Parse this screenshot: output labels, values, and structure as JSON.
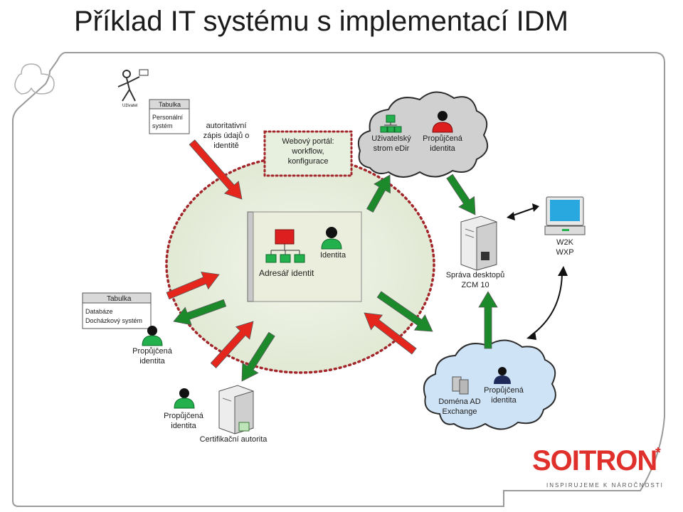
{
  "slide_title": "Příklad IT systému s implementací IDM",
  "logo": {
    "name": "SOITRON",
    "star": "*",
    "tagline": "INSPIRUJEME K NÁROČNOSTI",
    "color": "#e0302b"
  },
  "colors": {
    "push_arrow": "#e5261d",
    "pull_arrow": "#1c8a2b",
    "ring": "#a3262a",
    "core_fill": "#e9efe0",
    "cloud_grey": "#d0d0d0",
    "cloud_blue": "#cfe3f6"
  },
  "hr": {
    "person_label": "Uživatel",
    "table_header": "Tabulka",
    "table_lines": [
      "Personální",
      "systém"
    ]
  },
  "authoritative_note": [
    "autoritativní",
    "zápis údajů o",
    "identitě"
  ],
  "web_portal": [
    "Webový portál:",
    "workflow,",
    "konfigurace"
  ],
  "core": {
    "directory_label": "Adresář identit",
    "identity_label": "Identita"
  },
  "edir_cloud": {
    "tree_label": [
      "Uživatelský",
      "strom eDir"
    ],
    "identity_label": [
      "Propůjčená",
      "identita"
    ]
  },
  "desktop_mgmt": {
    "label": [
      "Správa desktopů",
      "ZCM 10"
    ]
  },
  "workstation": {
    "label": [
      "W2K",
      "WXP"
    ]
  },
  "ad_cloud": {
    "domain_label": [
      "Doména AD",
      "Exchange"
    ],
    "identity_label": [
      "Propůjčená",
      "identita"
    ]
  },
  "attendance": {
    "table_header": "Tabulka",
    "table_lines": [
      "Databáze",
      "Docházkový systém"
    ],
    "identity_label": [
      "Propůjčená",
      "identita"
    ]
  },
  "ca": {
    "identity_label": [
      "Propůjčená",
      "identita"
    ],
    "server_label": "Certifikační autorita"
  }
}
